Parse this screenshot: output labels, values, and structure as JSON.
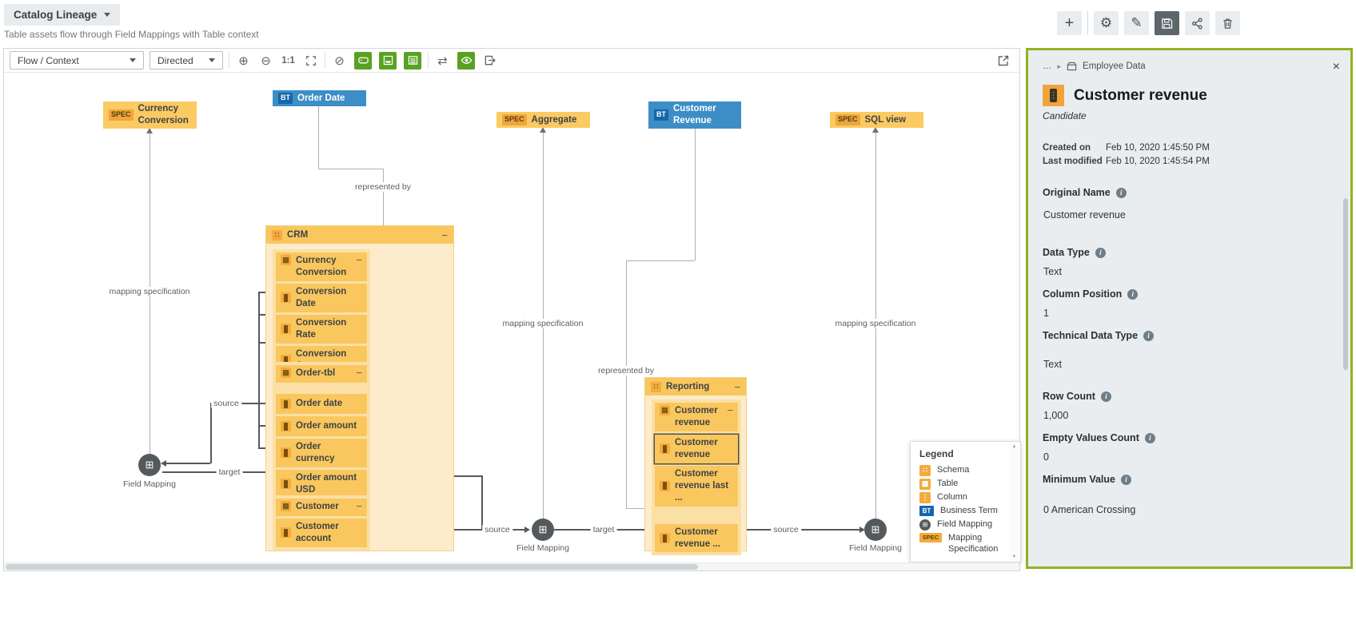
{
  "header": {
    "title": "Catalog Lineage",
    "subtitle": "Table assets flow through Field Mappings with Table context"
  },
  "toolbar": {
    "layout_dropdown": "Flow / Context",
    "direction_dropdown": "Directed",
    "zoom_actual": "1:1"
  },
  "icons": {
    "zoom_in": "⊕",
    "zoom_out": "⊖",
    "no_overlap": "⊘",
    "refresh": "⇄",
    "external_link": "↗",
    "add": "+",
    "settings": "⚙",
    "edit": "✎",
    "collapse": "−",
    "close": "×",
    "ellipsis": "…",
    "breadcrumb_arrow": "▸",
    "info": "i",
    "schema_glyph": "∷",
    "table_glyph": "▦",
    "column_glyph": "⋮",
    "field_mapping_glyph": "⊞",
    "scroll_up": "▲",
    "scroll_down": "▼"
  },
  "colors": {
    "node_orange": "#f9c75e",
    "badge_orange": "#f0a53c",
    "node_blue": "#3d8ec6",
    "badge_blue": "#1566ab",
    "toolbar_green": "#5aa122",
    "panel_border": "#90b41f",
    "mapping_circle": "#54595c"
  },
  "diagram": {
    "nodes": {
      "currency_conversion_spec": {
        "badge": "SPEC",
        "label": "Currency Conversion"
      },
      "order_date_bt": {
        "badge": "BT",
        "label": "Order Date"
      },
      "aggregate_spec": {
        "badge": "SPEC",
        "label": "Aggregate"
      },
      "customer_revenue_bt": {
        "badge": "BT",
        "label": "Customer Revenue"
      },
      "sql_view_spec": {
        "badge": "SPEC",
        "label": "SQL view"
      }
    },
    "edge_labels": {
      "mapping_specification": "mapping specification",
      "represented_by": "represented by",
      "source": "source",
      "target": "target"
    },
    "field_mapping_label": "Field Mapping",
    "crm": {
      "name": "CRM",
      "tables": [
        {
          "name": "Currency Conversion",
          "columns": [
            "Conversion Date",
            "Conversion Rate",
            "Conversion Currency"
          ]
        },
        {
          "name": "Order-tbl",
          "columns": [
            "Order date",
            "Order amount",
            "Order currency",
            "Order amount USD"
          ]
        },
        {
          "name": "Customer",
          "columns": [
            "Customer account"
          ]
        }
      ]
    },
    "reporting": {
      "name": "Reporting",
      "tables": [
        {
          "name": "Customer revenue",
          "columns": [
            "Customer revenue",
            "Customer revenue last ...",
            "Customer revenue ..."
          ]
        }
      ]
    },
    "legend": {
      "title": "Legend",
      "items": [
        {
          "icon": "schema-icon",
          "label": "Schema"
        },
        {
          "icon": "table-icon",
          "label": "Table"
        },
        {
          "icon": "column-icon",
          "label": "Column"
        },
        {
          "icon": "business-term-icon",
          "label": "Business Term"
        },
        {
          "icon": "field-mapping-icon",
          "label": "Field Mapping"
        },
        {
          "icon": "mapping-specification-icon",
          "label": "Mapping Specification"
        }
      ],
      "badges": {
        "bt": "BT",
        "spec": "SPEC"
      }
    }
  },
  "panel": {
    "breadcrumb": {
      "domain": "Employee Data"
    },
    "title": "Customer revenue",
    "status": "Candidate",
    "meta": [
      {
        "label": "Created on",
        "value": "Feb 10, 2020 1:45:50 PM"
      },
      {
        "label": "Last modified",
        "value": "Feb 10, 2020 1:45:54 PM"
      }
    ],
    "fields": [
      {
        "label": "Original Name",
        "value": "Customer revenue"
      },
      {
        "label": "Data Type",
        "value": "Text"
      },
      {
        "label": "Column Position",
        "value": "1"
      },
      {
        "label": "Technical Data Type",
        "value": "Text"
      },
      {
        "label": "Row Count",
        "value": "1,000"
      },
      {
        "label": "Empty Values Count",
        "value": "0"
      },
      {
        "label": "Minimum Value",
        "value": "0 American Crossing"
      }
    ]
  }
}
